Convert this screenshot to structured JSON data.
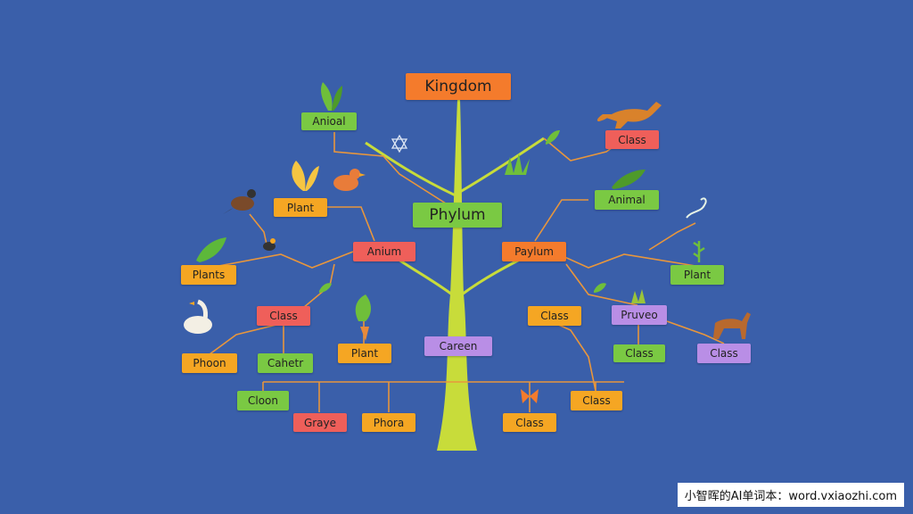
{
  "colors": {
    "background": "#3a5faa",
    "trunk": "#c8dc3a",
    "branch": "#e8963c",
    "orange": "#f5a623",
    "green": "#7ac943",
    "red": "#ef5f5a",
    "purple": "#b98ee6",
    "deep_orange": "#f47b2c"
  },
  "nodes": {
    "kingdom": "Kingdom",
    "phylum": "Phylum",
    "animal_top_left": "Anioal",
    "class_top_right": "Class",
    "plant_left": "Plant",
    "animal_right": "Animal",
    "anium": "Anium",
    "paylum": "Paylum",
    "plants": "Plants",
    "plant_right": "Plant",
    "class_left": "Class",
    "class_mid_right": "Class",
    "pruveo": "Pruveo",
    "phoon": "Phoon",
    "cahetr": "Cahetr",
    "plant_center": "Plant",
    "careen": "Careen",
    "class_right_mid": "Class",
    "class_far_right": "Class",
    "cloon": "Cloon",
    "graye": "Graye",
    "phora": "Phora",
    "class_bottom_mid": "Class",
    "class_bottom_right": "Class"
  },
  "icons": [
    "leaf-icon",
    "bird-icon",
    "fox-icon",
    "plant-icon",
    "deer-icon",
    "swan-icon",
    "goose-icon",
    "star-of-david-icon",
    "butterfly-icon",
    "grass-icon",
    "carrot-icon"
  ],
  "watermark": "小智晖的AI单词本：word.vxiaozhi.com"
}
